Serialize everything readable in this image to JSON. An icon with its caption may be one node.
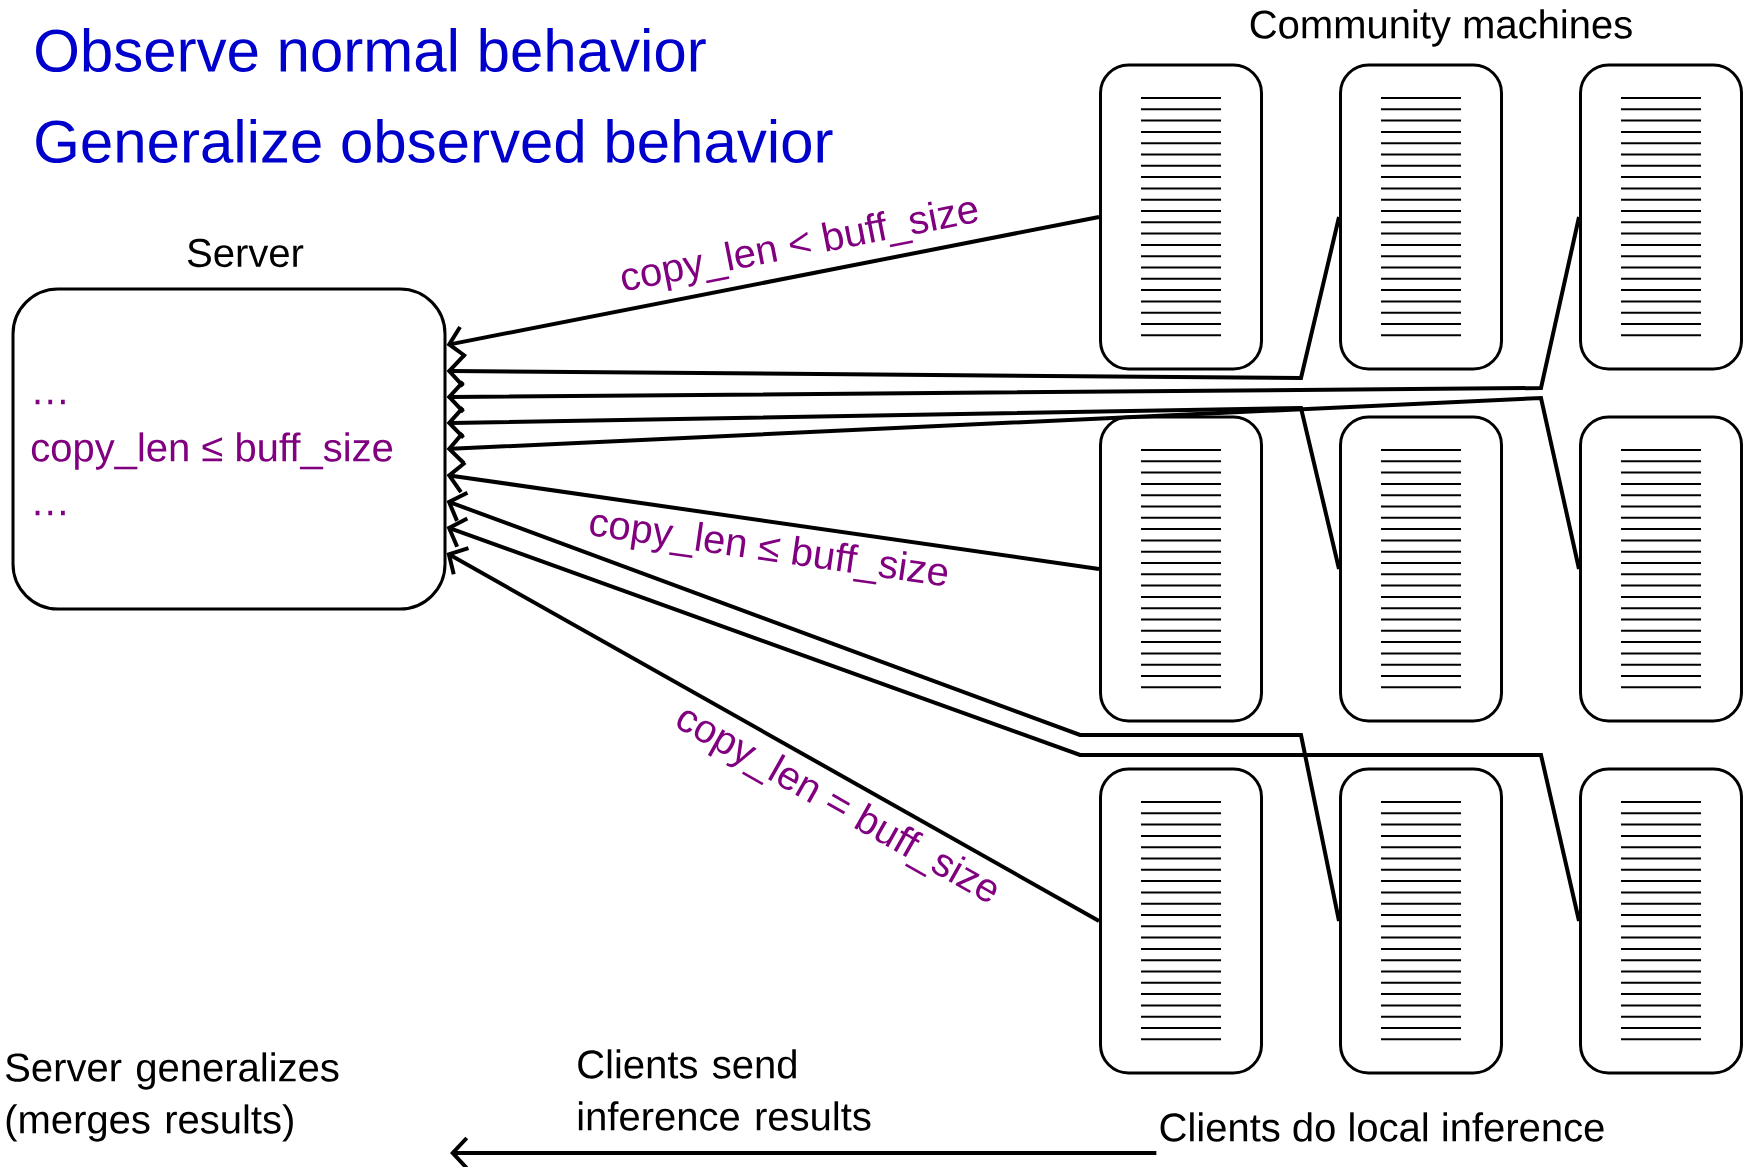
{
  "diagram": {
    "nodes": [
      {
        "text": [
          "Server",
          "…",
          "copy_len ≤ buff_size",
          "…"
        ]
      },
      {
        "text": [],
        "shape": "box"
      },
      {
        "text": [],
        "shape": "box"
      },
      {
        "text": [],
        "shape": "box"
      },
      {
        "text": [],
        "shape": "box"
      },
      {
        "text": [],
        "shape": "box"
      },
      {
        "text": [],
        "shape": "box"
      },
      {
        "text": [],
        "shape": "box"
      },
      {
        "text": [],
        "shape": "box"
      },
      {
        "text": [],
        "shape": "box"
      },
      {
        "text": [
          "Server generalizes (merges results)"
        ]
      },
      {
        "text": [
          "Clients do local inference"
        ]
      }
    ],
    "edges": [
      {
        "from": 1,
        "to": 0,
        "arrow": "to",
        "label": "copy_len < buff_size"
      },
      {
        "from": 2,
        "to": 0,
        "arrow": "to"
      },
      {
        "from": 3,
        "to": 0,
        "arrow": "to"
      },
      {
        "from": 4,
        "to": 0,
        "arrow": "to",
        "label": "copy_len ≤ buff_size"
      },
      {
        "from": 5,
        "to": 0,
        "arrow": "to"
      },
      {
        "from": 6,
        "to": 0,
        "arrow": "to"
      },
      {
        "from": 7,
        "to": 0,
        "arrow": "to",
        "label": "copy_len = buff_size"
      },
      {
        "from": 8,
        "to": 0,
        "arrow": "to"
      },
      {
        "from": 9,
        "to": 0,
        "arrow": "to"
      },
      {
        "from": 11,
        "to": 10,
        "arrow": "to",
        "label": "Clients send inference results"
      }
    ],
    "labels": [
      "Observe normal behavior",
      "Generalize observed behavior",
      "Community machines"
    ]
  }
}
